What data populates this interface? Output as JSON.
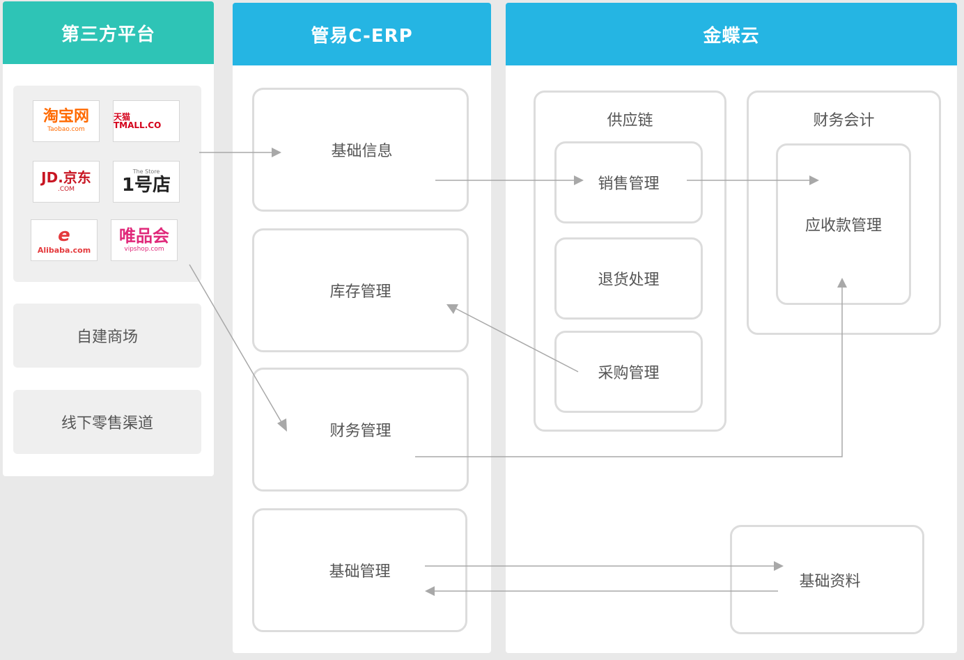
{
  "colors": {
    "third_party_header": "#2ec4b6",
    "erp_header": "#25b5e3",
    "kingdee_header": "#25b5e3",
    "arrow": "#a8a8a8"
  },
  "third_party": {
    "title": "第三方平台",
    "logos": [
      {
        "name": "taobao",
        "main": "淘宝网",
        "sub": "Taobao.com",
        "color": "#ff6a00"
      },
      {
        "name": "tmall",
        "main": "天猫 TMALL.CO",
        "sub": "",
        "color": "#d4001a"
      },
      {
        "name": "jd",
        "main": "JD.京东",
        "sub": ".COM",
        "color": "#c81623"
      },
      {
        "name": "yhd",
        "main": "1号店",
        "sub": "The Store",
        "color": "#222222"
      },
      {
        "name": "alibaba",
        "main": "Alibaba.com",
        "sub": "",
        "color": "#e4393c"
      },
      {
        "name": "vipshop",
        "main": "唯品会",
        "sub": "vipshop.com",
        "color": "#e0287a"
      }
    ],
    "self_mall": "自建商场",
    "offline": "线下零售渠道"
  },
  "erp": {
    "title": "管易C-ERP",
    "modules": [
      "基础信息",
      "库存管理",
      "财务管理",
      "基础管理"
    ]
  },
  "kingdee": {
    "title": "金蝶云",
    "supply_chain": {
      "title": "供应链",
      "items": [
        "销售管理",
        "退货处理",
        "采购管理"
      ]
    },
    "finance": {
      "title": "财务会计",
      "items": [
        "应收款管理"
      ]
    },
    "basic_data": "基础资料"
  }
}
